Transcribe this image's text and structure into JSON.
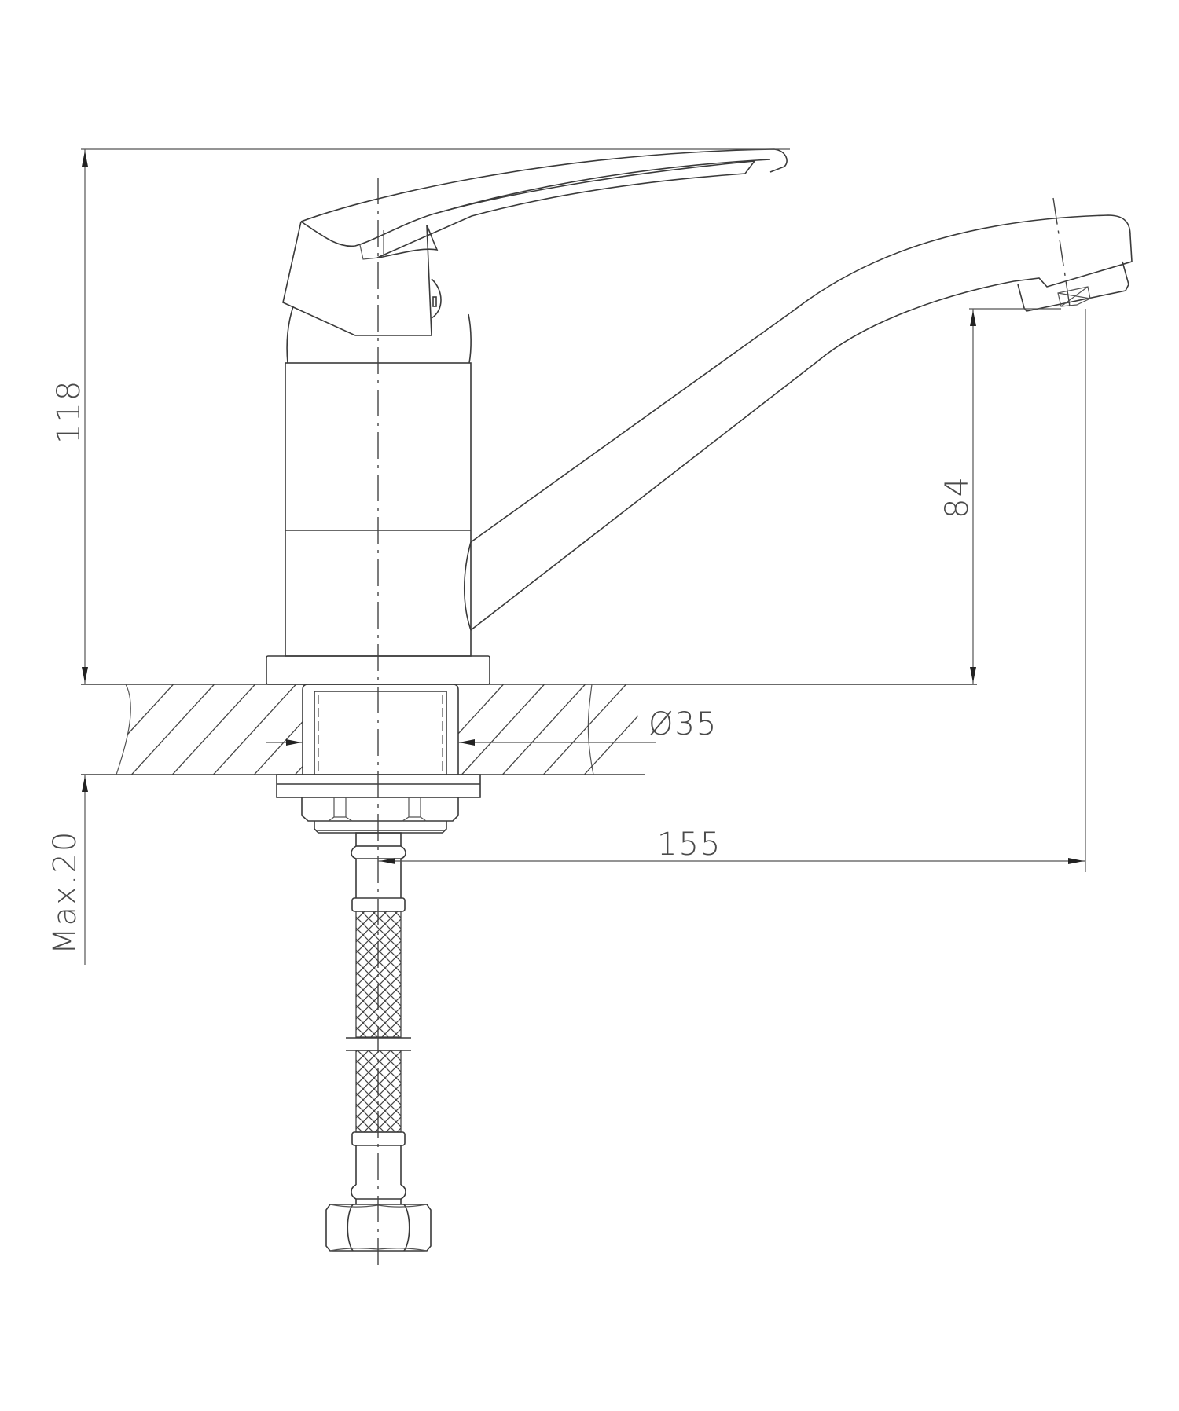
{
  "drawing": {
    "subject": "single-lever basin faucet, side elevation",
    "line_color": "#3a3a3a",
    "background": "#ffffff"
  },
  "dimensions": {
    "overall_height": "118",
    "spout_height": "84",
    "hole_diameter": "Ø35",
    "spout_reach": "155",
    "max_countertop": "Max.20"
  }
}
